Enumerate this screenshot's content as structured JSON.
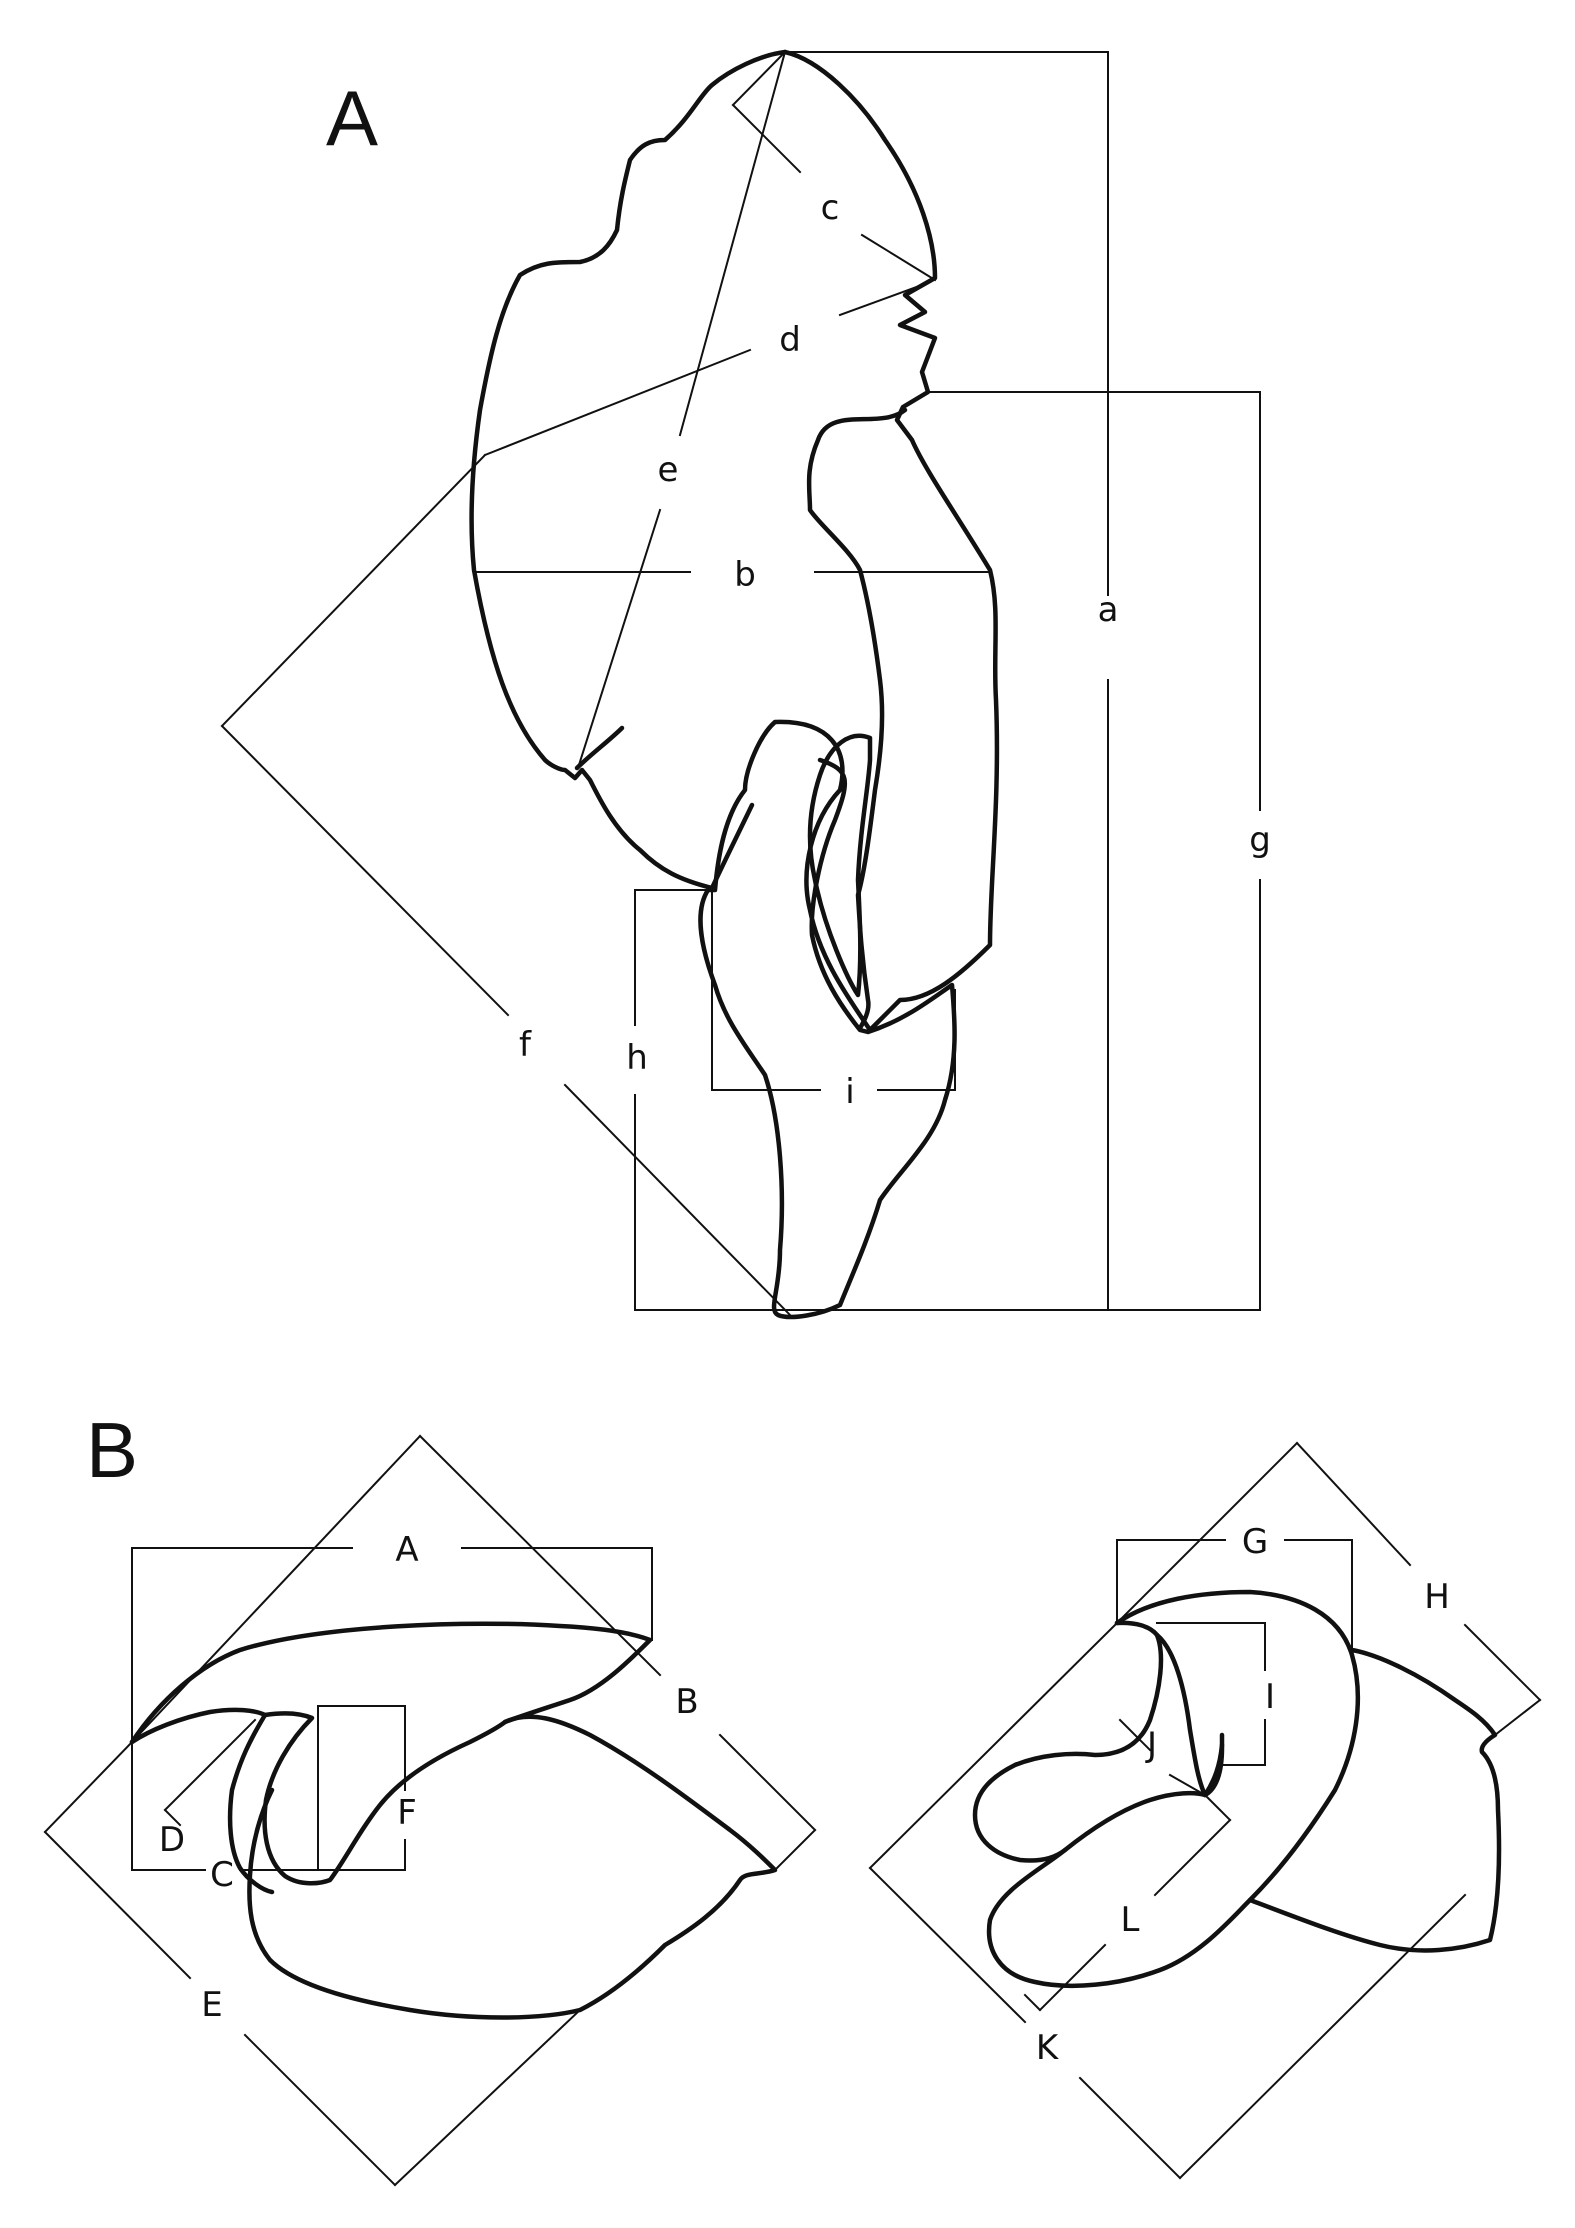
{
  "panels": {
    "A": {
      "letter": "A",
      "labels": {
        "a": "a",
        "b": "b",
        "c": "c",
        "d": "d",
        "e": "e",
        "f": "f",
        "g": "g",
        "h": "h",
        "i": "i"
      }
    },
    "B": {
      "letter": "B",
      "labels": {
        "A": "A",
        "B": "B",
        "C": "C",
        "D": "D",
        "E": "E",
        "F": "F",
        "G": "G",
        "H": "H",
        "I": "I",
        "J": "J",
        "K": "K",
        "L": "L"
      }
    }
  },
  "colors": {
    "line": "#111111",
    "background": "#ffffff"
  }
}
